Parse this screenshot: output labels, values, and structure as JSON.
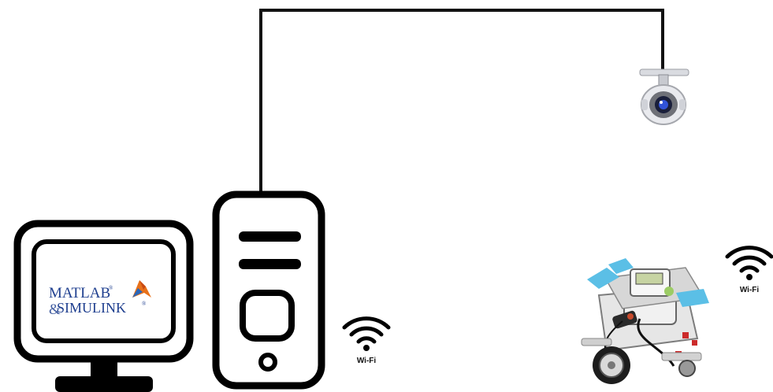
{
  "monitor": {
    "logo_line1": "MATLAB",
    "logo_line2": "SIMULINK",
    "logo_ampersand": "&",
    "registered_mark": "®",
    "logo_color": "#1f3f8f",
    "logo_accent_color": "#e8711a"
  },
  "wifi_computer": {
    "label": "Wi-Fi",
    "icon": "wifi-icon"
  },
  "wifi_robot": {
    "label": "Wi-Fi",
    "icon": "wifi-icon"
  },
  "camera": {
    "icon": "security-camera-icon"
  },
  "robot": {
    "icon": "robot-icon",
    "accent_color": "#5bbfe6"
  },
  "tower": {
    "icon": "computer-tower-icon"
  },
  "cable": {
    "color": "#111111"
  }
}
